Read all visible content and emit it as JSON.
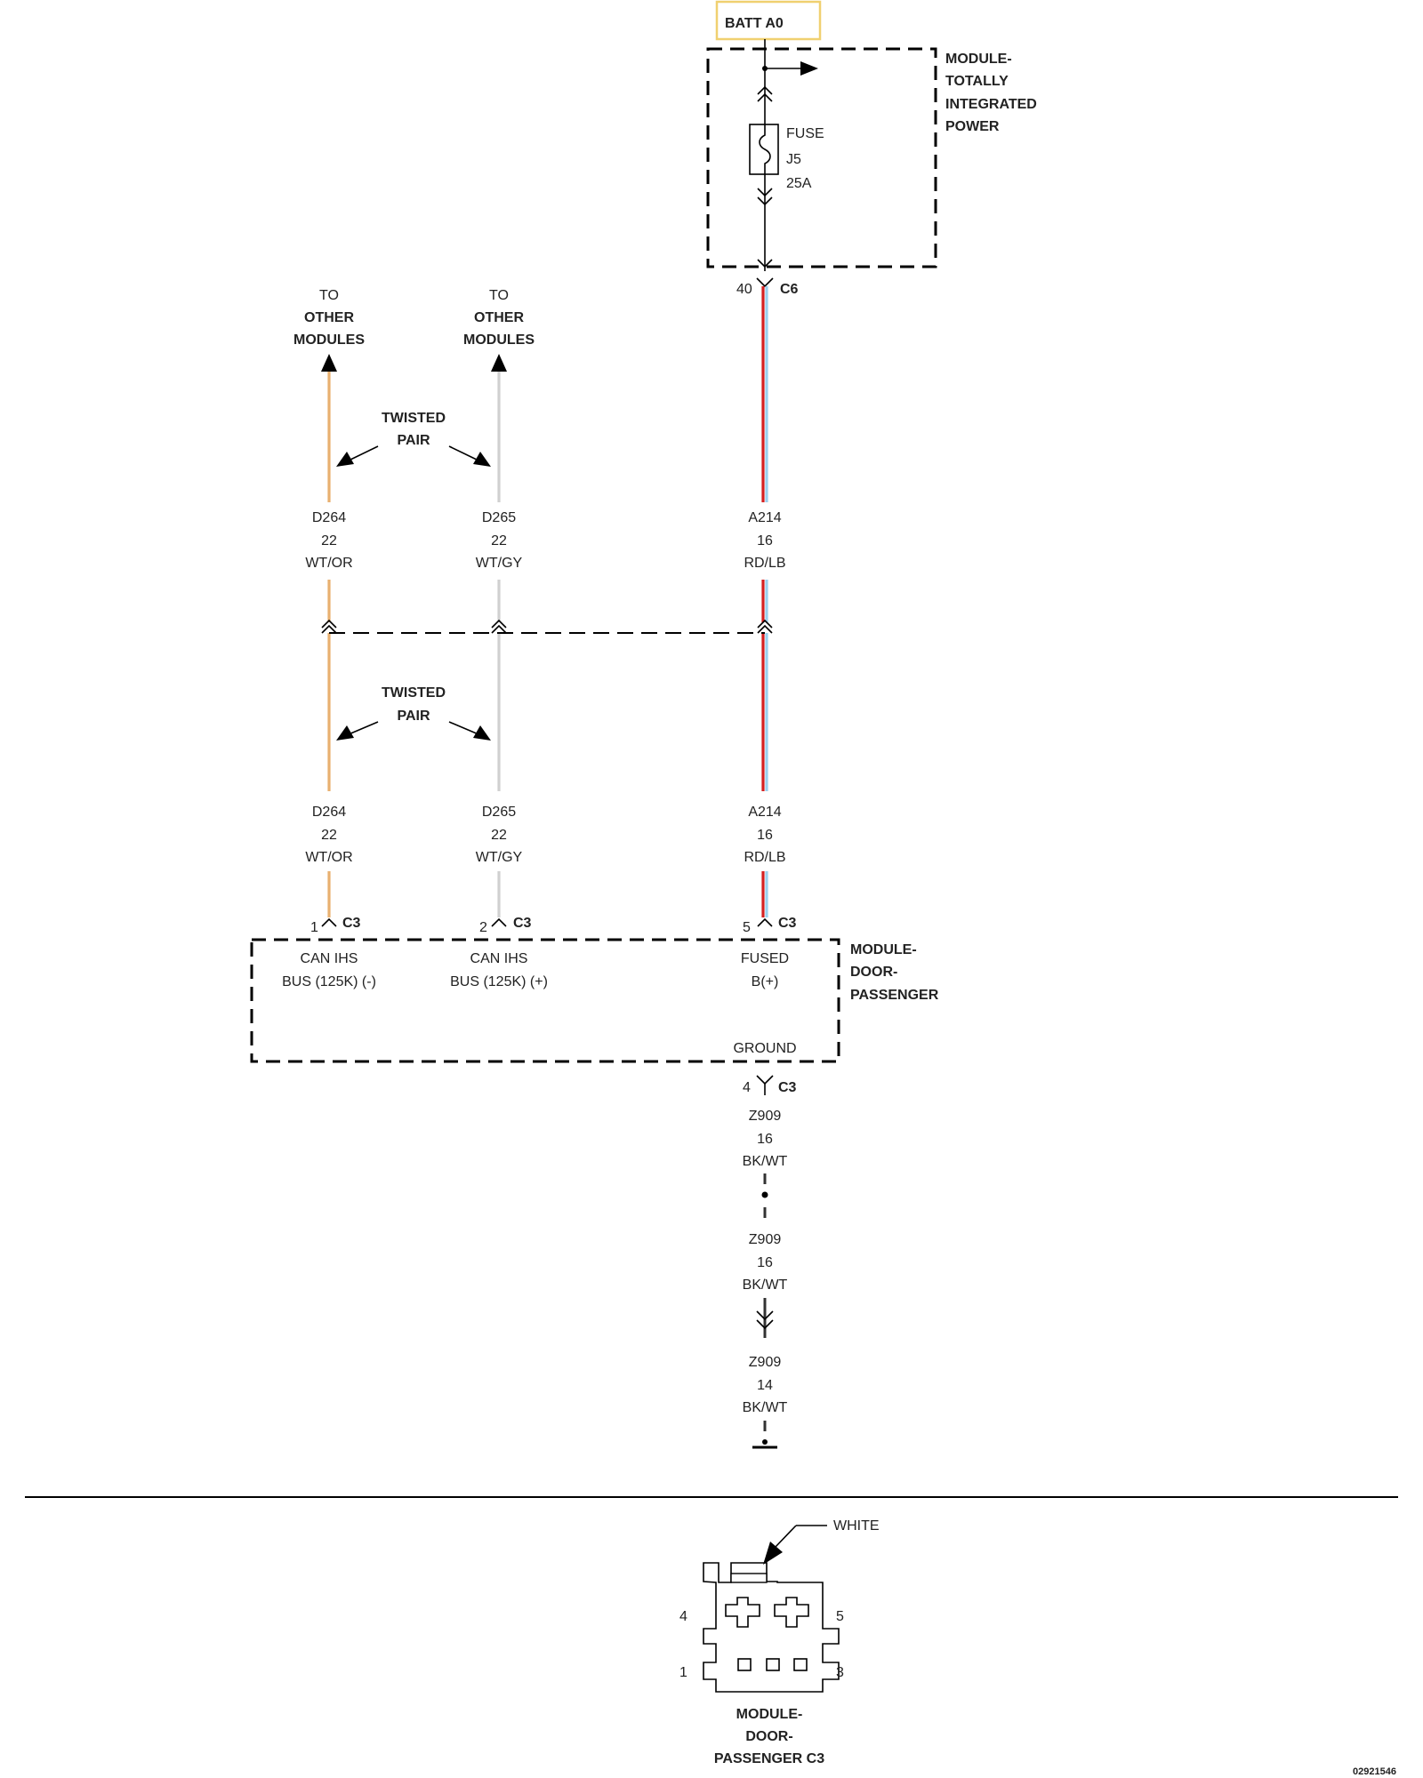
{
  "batt": {
    "label": "BATT A0"
  },
  "tipm": {
    "title_lines": [
      "MODULE-",
      "TOTALLY",
      "INTEGRATED",
      "POWER"
    ],
    "fuse_lines": [
      "FUSE",
      "J5",
      "25A"
    ],
    "out_pin": "40",
    "out_connector": "C6"
  },
  "to_other_left": [
    "TO",
    "OTHER",
    "MODULES"
  ],
  "to_other_right": [
    "TO",
    "OTHER",
    "MODULES"
  ],
  "twisted_pair_top": [
    "TWISTED",
    "PAIR"
  ],
  "twisted_pair_bottom": [
    "TWISTED",
    "PAIR"
  ],
  "wires": {
    "d264_top": [
      "D264",
      "22",
      "WT/OR"
    ],
    "d265_top": [
      "D265",
      "22",
      "WT/GY"
    ],
    "a214_top": [
      "A214",
      "16",
      "RD/LB"
    ],
    "d264_bot": [
      "D264",
      "22",
      "WT/OR"
    ],
    "d265_bot": [
      "D265",
      "22",
      "WT/GY"
    ],
    "a214_bot": [
      "A214",
      "16",
      "RD/LB"
    ],
    "z909_a": [
      "Z909",
      "16",
      "BK/WT"
    ],
    "z909_b": [
      "Z909",
      "16",
      "BK/WT"
    ],
    "z909_c": [
      "Z909",
      "14",
      "BK/WT"
    ]
  },
  "door_module": {
    "title_lines": [
      "MODULE-",
      "DOOR-",
      "PASSENGER"
    ],
    "pins": [
      {
        "num": "1",
        "connector": "C3",
        "lines": [
          "CAN IHS",
          "BUS (125K) (-)"
        ]
      },
      {
        "num": "2",
        "connector": "C3",
        "lines": [
          "CAN IHS",
          "BUS (125K) (+)"
        ]
      },
      {
        "num": "5",
        "connector": "C3",
        "lines": [
          "FUSED",
          "B(+)"
        ]
      }
    ],
    "ground": {
      "label": "GROUND",
      "num": "4",
      "connector": "C3"
    }
  },
  "connector_view": {
    "color_label": "WHITE",
    "pin_labels": {
      "p4": "4",
      "p5": "5",
      "p1": "1",
      "p3": "3"
    },
    "title_lines": [
      "MODULE-",
      "DOOR-",
      "PASSENGER C3"
    ]
  },
  "figure_id": "02921546",
  "colors": {
    "wire_orange": "#e8b070",
    "wire_gray": "#d0d0d0",
    "wire_red": "#d42020",
    "wire_lightblue": "#9ad0ee",
    "batt_box_border": "#f0d070"
  }
}
